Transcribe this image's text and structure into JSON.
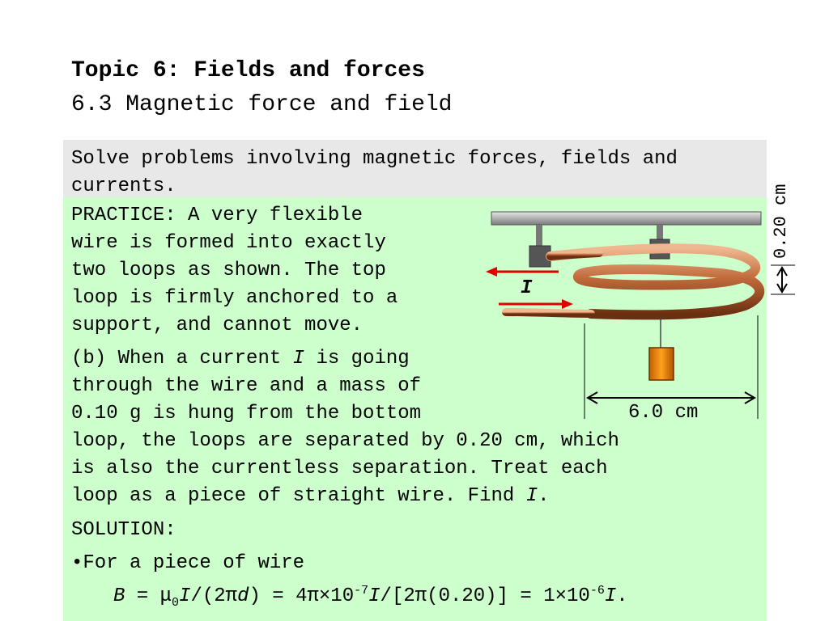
{
  "header": {
    "title": "Topic 6: Fields and forces",
    "subtitle": "6.3 Magnetic force and field"
  },
  "objective": {
    "text": "Solve problems involving magnetic forces, fields and currents."
  },
  "practice": {
    "lines": [
      "PRACTICE: A very flexible",
      "wire is formed into exactly",
      "two loops as shown. The top",
      "loop is firmly anchored to a",
      "support, and cannot move."
    ],
    "part_b_lines": [
      [
        "(b) When a current ",
        "I",
        " is going"
      ],
      [
        "through the wire and a mass of",
        "",
        ""
      ],
      [
        "0.10 g is hung from the bottom",
        "",
        ""
      ],
      [
        "loop, the loops are separated by 0.20 cm, which",
        "",
        ""
      ],
      [
        "is also the currentless separation. Treat each",
        "",
        ""
      ],
      [
        "loop as a piece of straight wire. Find ",
        "I",
        "."
      ]
    ],
    "solution_label": "SOLUTION:",
    "bullet_text": "•For a piece of wire",
    "equation": {
      "B": "B",
      "eq1": " = ",
      "mu": "μ",
      "mu_sub": "0",
      "I1": "I",
      "part1": "/(2",
      "pi1": "π",
      "d": "d",
      "part2": ") = 4",
      "pi2": "π",
      "part3": "×10",
      "exp1": "-7",
      "I2": "I",
      "part4": "/[2",
      "pi3": "π",
      "part5": "(0.20)] = 1×10",
      "exp2": "-6",
      "I3": "I",
      "end": "."
    }
  },
  "diagram": {
    "vertical_dimension": "0.20 cm",
    "horizontal_dimension": "6.0 cm",
    "current_label": "I",
    "colors": {
      "wire": "#c06a3a",
      "arrow": "#e00000",
      "mass": "#f08c00",
      "support": "#a0a0a0"
    }
  }
}
